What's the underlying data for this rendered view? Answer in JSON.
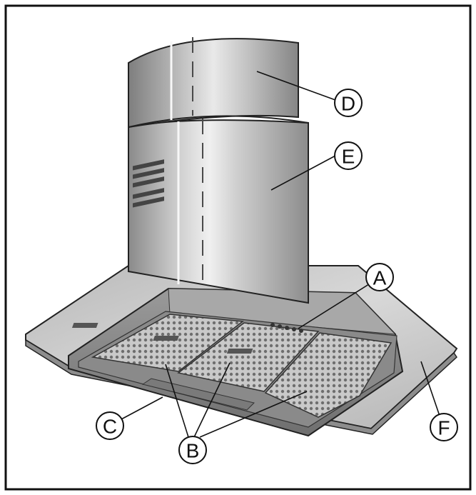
{
  "callouts": [
    {
      "id": "A",
      "label": "A"
    },
    {
      "id": "B",
      "label": "B"
    },
    {
      "id": "C",
      "label": "C"
    },
    {
      "id": "D",
      "label": "D"
    },
    {
      "id": "E",
      "label": "E"
    },
    {
      "id": "F",
      "label": "F"
    }
  ],
  "colors": {
    "frame": "#111111",
    "steel_light": "#e6e6e6",
    "steel_mid": "#bdbdbd",
    "steel_dark": "#8c8c8c",
    "glass": "#c7c7c7",
    "mesh": "#9a9a9a"
  }
}
